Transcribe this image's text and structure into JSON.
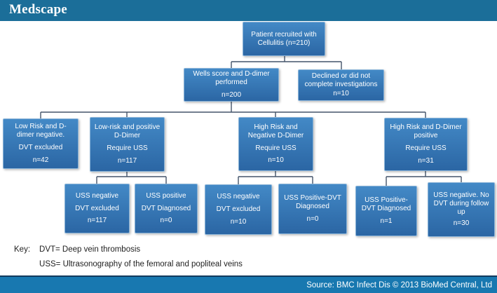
{
  "header": {
    "logo": "Medscape"
  },
  "flowchart": {
    "boxes": [
      {
        "id": "patient-recruited",
        "lines": [
          "Patient recruited with Cellulitis (n=210)"
        ]
      },
      {
        "id": "wells-score-performed",
        "lines": [
          "Wells score and D-dimer performed",
          "n=200"
        ]
      },
      {
        "id": "declined-investigations",
        "lines": [
          "Declined or did not complete investigations",
          "n=10"
        ]
      },
      {
        "id": "low-risk-negative-ddimer",
        "lines": [
          "Low Risk and D-dimer negative.",
          "DVT excluded",
          "n=42"
        ]
      },
      {
        "id": "low-risk-positive-ddimer",
        "lines": [
          "Low-risk and positive D-Dimer",
          "Require USS",
          "n=117"
        ]
      },
      {
        "id": "high-risk-negative-ddimer",
        "lines": [
          "High Risk and Negative D-Dimer",
          "Require USS",
          "n=10"
        ]
      },
      {
        "id": "high-risk-positive-ddimer",
        "lines": [
          "High Risk and D-Dimer positive",
          "Require USS",
          "n=31"
        ]
      },
      {
        "id": "uss-negative-dvt-excluded-117",
        "lines": [
          "USS negative",
          "DVT excluded",
          "n=117"
        ]
      },
      {
        "id": "uss-positive-dvt-diagnosed-0",
        "lines": [
          "USS positive",
          "DVT Diagnosed",
          "n=0"
        ]
      },
      {
        "id": "uss-negative-dvt-excluded-10",
        "lines": [
          "USS negative",
          "DVT excluded",
          "n=10"
        ]
      },
      {
        "id": "uss-positive-dvt-diagnosed-0b",
        "lines": [
          "USS Positive-DVT Diagnosed",
          "n=0"
        ]
      },
      {
        "id": "uss-positive-dvt-diagnosed-1",
        "lines": [
          "USS Positive-DVT Diagnosed",
          "n=1"
        ]
      },
      {
        "id": "uss-negative-no-dvt-followup",
        "lines": [
          "USS negative. No DVT during follow up",
          "n=30"
        ]
      }
    ]
  },
  "key": {
    "label": "Key:",
    "entries": [
      "DVT= Deep vein thrombosis",
      "USS= Ultrasonography of the femoral and popliteal veins"
    ]
  },
  "footer": {
    "source": "Source: BMC Infect Dis © 2013 BioMed Central, Ltd"
  },
  "colors": {
    "header_bg": "#1b6e99",
    "footer_bg": "#1878b0",
    "footer_border": "#123a5e",
    "box_top": "#4389c6",
    "box_bottom": "#2b66a4",
    "box_border": "#8ab4d9",
    "box_text": "#ffffff",
    "connector": "#44546a",
    "key_text": "#1f1f1f",
    "page_bg": "#ffffff"
  }
}
